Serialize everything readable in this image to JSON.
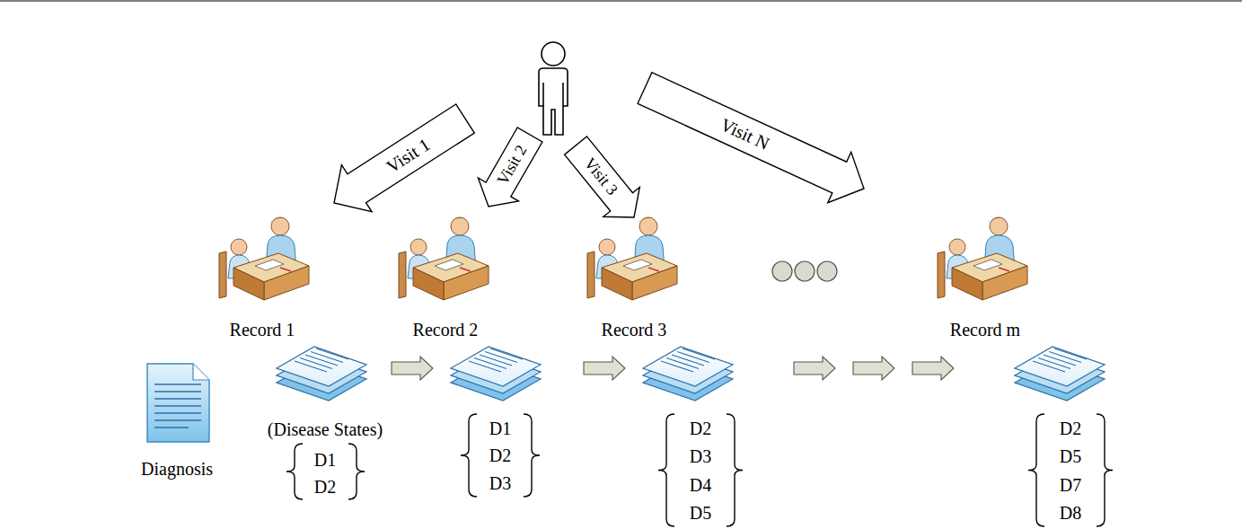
{
  "diagram": {
    "labels": [
      "Visit 1",
      "Visit 2",
      "Visit 3",
      "Visit N",
      "Record 1",
      "Record 2",
      "Record 3",
      "Record m",
      "Diagnosis",
      "(Disease States)",
      "D1",
      "D2",
      "D1",
      "D2",
      "D3",
      "D2",
      "D3",
      "D4",
      "D5",
      "D2",
      "D5",
      "D7",
      "D8"
    ]
  }
}
